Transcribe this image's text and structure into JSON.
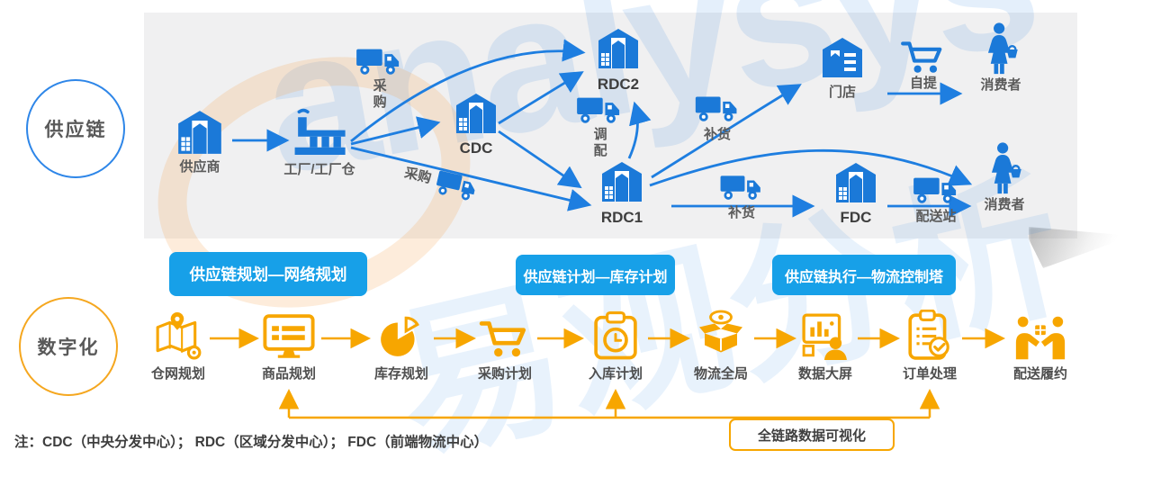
{
  "sections": {
    "supply_chain_label": "供应链",
    "digital_label": "数字化"
  },
  "supply_nodes": {
    "supplier": "供应商",
    "factory": "工厂/工厂仓",
    "procure_top": "采购",
    "procure_bottom": "采购",
    "cdc": "CDC",
    "rdc2": "RDC2",
    "rdc1": "RDC1",
    "allocate": "调配",
    "replenish_store": "补货",
    "replenish_fdc": "补货",
    "store": "门店",
    "pickup": "自提",
    "consumer_top": "消费者",
    "consumer_bottom": "消费者",
    "fdc": "FDC",
    "delivery_station": "配送站"
  },
  "banners": [
    {
      "label": "供应链规划—网络规划"
    },
    {
      "label": "供应链计划—库存计划"
    },
    {
      "label": "供应链执行—物流控制塔"
    }
  ],
  "digital_steps": [
    {
      "label": "仓网规划",
      "icon": "map-pin-icon"
    },
    {
      "label": "商品规划",
      "icon": "monitor-icon"
    },
    {
      "label": "库存规划",
      "icon": "pie-chart-icon"
    },
    {
      "label": "采购计划",
      "icon": "cart-icon"
    },
    {
      "label": "入库计划",
      "icon": "clipboard-clock-icon"
    },
    {
      "label": "物流全局",
      "icon": "open-box-eye-icon"
    },
    {
      "label": "数据大屏",
      "icon": "dashboard-person-icon"
    },
    {
      "label": "订单处理",
      "icon": "clipboard-check-icon"
    },
    {
      "label": "配送履约",
      "icon": "handover-icon"
    }
  ],
  "callout": {
    "label": "全链路数据可视化"
  },
  "note": "注：CDC（中央分发中心）； RDC（区域分发中心）； FDC（前端物流中心）",
  "watermark": {
    "latin": "analysys",
    "cn": "易观分析"
  },
  "colors": {
    "icon_blue": "#1b79d8",
    "banner_blue": "#17a0e8",
    "yellow": "#f7a600",
    "panel_gray": "#f0f0f1"
  }
}
